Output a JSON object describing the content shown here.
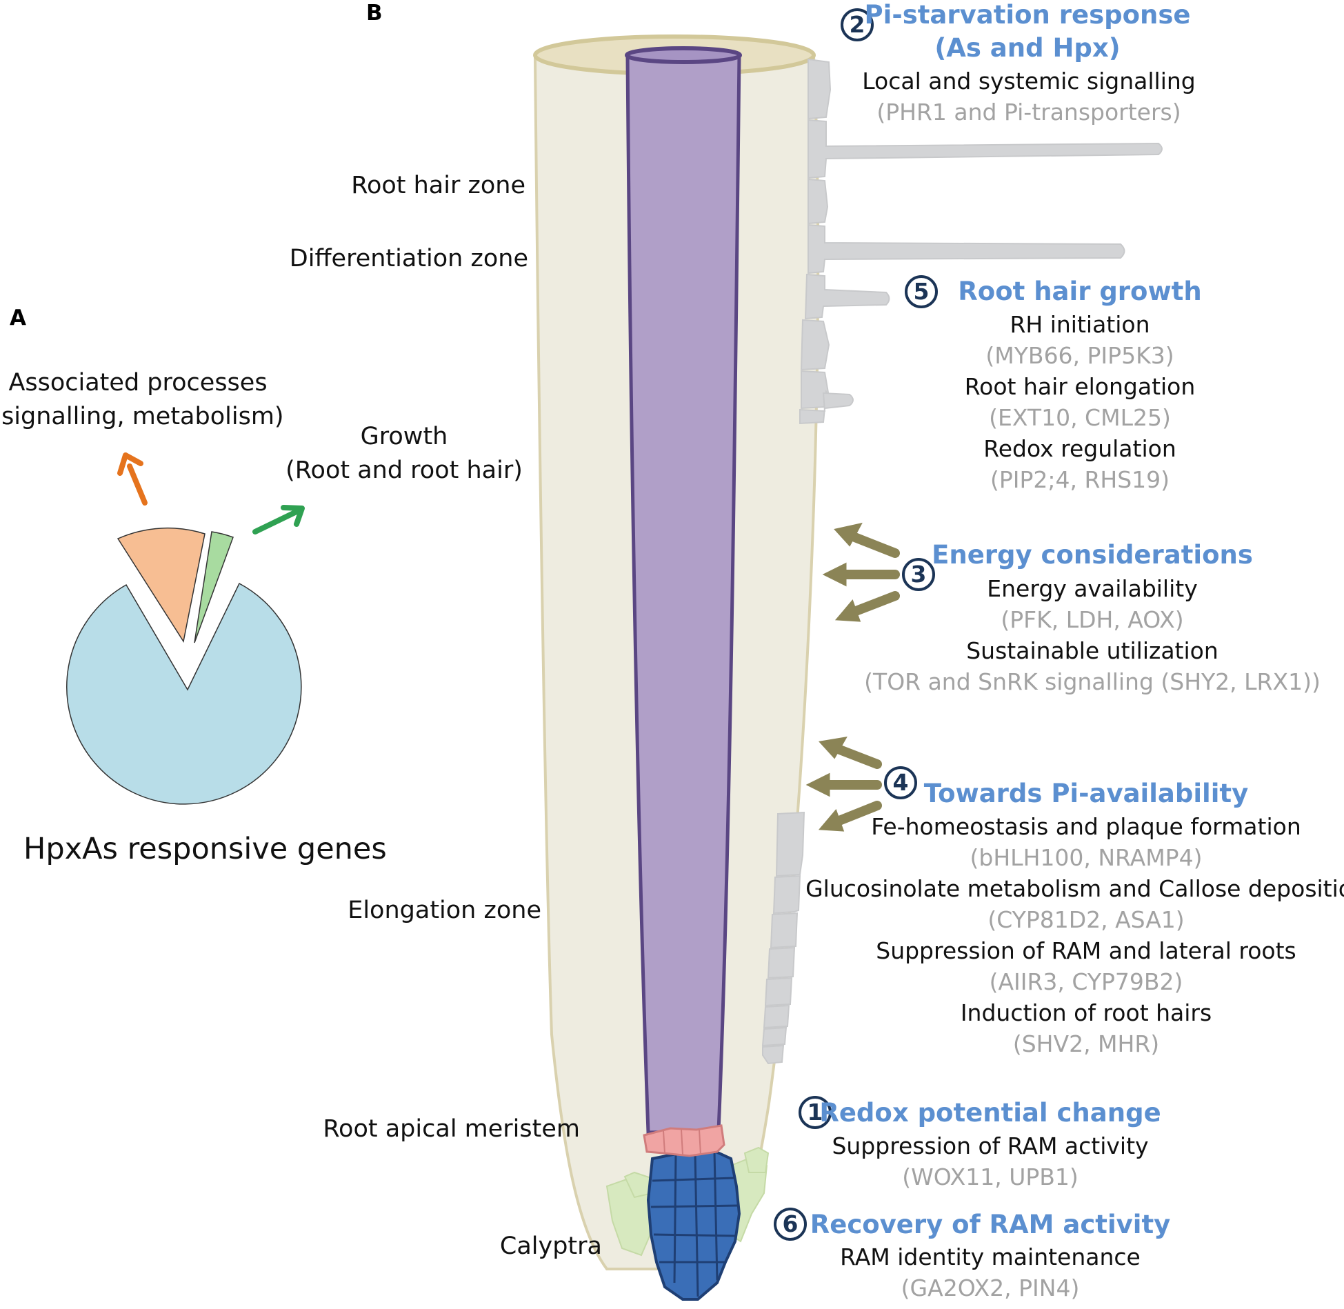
{
  "panels": {
    "a": "A",
    "b": "B"
  },
  "panel_a": {
    "associated_label_line1": "Associated processes",
    "associated_label_line2": "(signalling, metabolism)",
    "growth_label_line1": "Growth",
    "growth_label_line2": "(Root and root hair)",
    "pie_caption": "HpxAs responsive genes",
    "pie_slices": [
      {
        "name": "responsive",
        "fraction": 0.86,
        "color": "#b8dde8"
      },
      {
        "name": "associated",
        "fraction": 0.1,
        "color": "#f7be93"
      },
      {
        "name": "growth",
        "fraction": 0.02,
        "color": "#a8dba0"
      }
    ],
    "colors": {
      "associated_arrow": "#e5731d",
      "growth_arrow": "#2fa152"
    }
  },
  "zones": {
    "root_hair": "Root hair zone",
    "differentiation": "Differentiation zone",
    "elongation": "Elongation zone",
    "meristem": "Root apical meristem",
    "calyptra": "Calyptra"
  },
  "sections": {
    "pi_starvation": {
      "number": "2",
      "title_line1": "Pi-starvation response",
      "title_line2": "(As and Hpx)",
      "lines": [
        {
          "text": "Local and systemic signalling",
          "style": "black"
        },
        {
          "text": "(PHR1 and Pi-transporters)",
          "style": "gray"
        }
      ]
    },
    "root_hair_growth": {
      "number": "5",
      "title": "Root hair growth",
      "lines": [
        {
          "text": "RH initiation",
          "style": "black"
        },
        {
          "text": "(MYB66, PIP5K3)",
          "style": "gray"
        },
        {
          "text": "Root hair elongation",
          "style": "black"
        },
        {
          "text": "(EXT10, CML25)",
          "style": "gray"
        },
        {
          "text": "Redox regulation",
          "style": "black"
        },
        {
          "text": "(PIP2;4, RHS19)",
          "style": "gray"
        }
      ]
    },
    "energy": {
      "number": "3",
      "title": "Energy considerations",
      "lines": [
        {
          "text": "Energy availability",
          "style": "black"
        },
        {
          "text": "(PFK, LDH, AOX)",
          "style": "gray"
        },
        {
          "text": "Sustainable utilization",
          "style": "black"
        },
        {
          "text": "(TOR and SnRK signalling (SHY2, LRX1))",
          "style": "gray"
        }
      ]
    },
    "pi_availability": {
      "number": "4",
      "title": "Towards Pi-availability",
      "lines": [
        {
          "text": "Fe-homeostasis and plaque formation",
          "style": "black"
        },
        {
          "text": "(bHLH100, NRAMP4)",
          "style": "gray"
        },
        {
          "text": "Glucosinolate metabolism and Callose deposition",
          "style": "black"
        },
        {
          "text": "(CYP81D2, ASA1)",
          "style": "gray"
        },
        {
          "text": "Suppression of RAM and lateral roots",
          "style": "black"
        },
        {
          "text": "(AIIR3, CYP79B2)",
          "style": "gray"
        },
        {
          "text": "Induction of root hairs",
          "style": "black"
        },
        {
          "text": "(SHV2, MHR)",
          "style": "gray"
        }
      ]
    },
    "redox": {
      "number": "1",
      "title": "Redox potential change",
      "lines": [
        {
          "text": "Suppression of RAM activity",
          "style": "black"
        },
        {
          "text": "(WOX11, UPB1)",
          "style": "gray"
        }
      ]
    },
    "recovery": {
      "number": "6",
      "title": "Recovery of RAM activity",
      "lines": [
        {
          "text": "RAM identity maintenance",
          "style": "black"
        },
        {
          "text": "(GA2OX2, PIN4)",
          "style": "gray"
        }
      ]
    }
  },
  "colors": {
    "heading": "#5b8fd0",
    "gene_text": "#a2a2a2",
    "root_body": "#eeece0",
    "root_outline": "#d9d1ae",
    "vascular": "#b09fc8",
    "vascular_outline": "#5a4683",
    "root_hair": "#d3d4d6",
    "arrows": "#8b8456",
    "meristem": "#f0a4a3",
    "calyptra_inner": "#3a6eb7",
    "calyptra_outer": "#d7e9bf",
    "number_circle": "#1b3456"
  }
}
